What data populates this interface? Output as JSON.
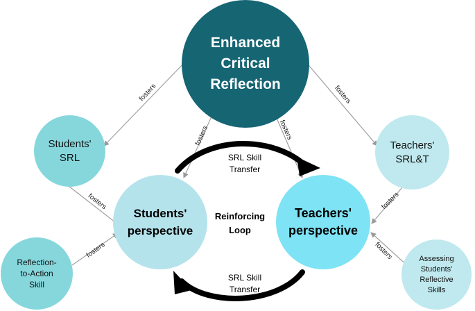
{
  "nodes": {
    "enhanced": "Enhanced\nCritical\nReflection",
    "students_srl": "Students'\nSRL",
    "teachers_srl": "Teachers'\nSRL&T",
    "students_perspective": "Students'\nperspective",
    "teachers_perspective": "Teachers'\nperspective",
    "reflection_to_action": "Reflection-\nto-Action\nSkill",
    "assessing": "Assessing\nStudents'\nReflective\nSkills"
  },
  "center_label": "Reinforcing\nLoop",
  "loop_labels": {
    "top": "SRL Skill\nTransfer",
    "bottom": "SRL Skill\nTransfer"
  },
  "edge_label": "fosters",
  "colors": {
    "dark_teal": "#156573",
    "medium_teal": "#86d7dc",
    "light_cyan": "#bfe9ee",
    "pale_blue": "#b4e3ec",
    "bright_cyan": "#7ee3f5",
    "edge_gray": "#a0a0a0",
    "loop_arrow": "#000000"
  }
}
